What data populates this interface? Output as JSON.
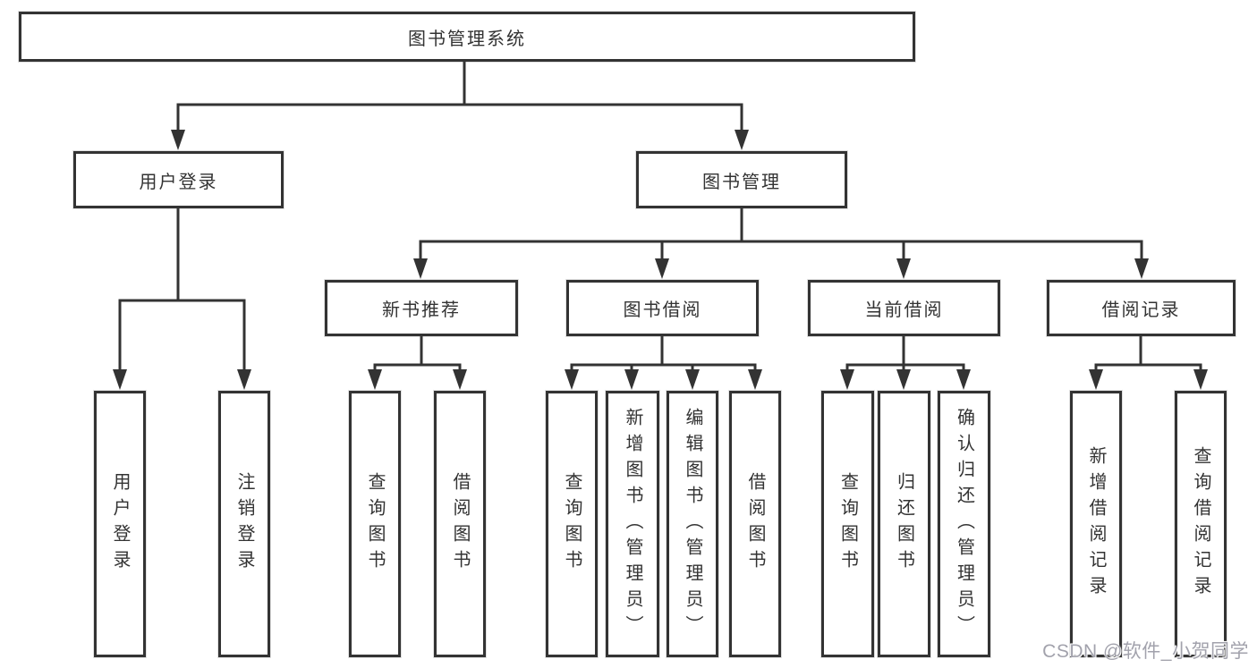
{
  "root": {
    "label": "图书管理系统",
    "children": [
      {
        "label": "用户登录",
        "children": [
          {
            "label": "用户登录"
          },
          {
            "label": "注销登录"
          }
        ]
      },
      {
        "label": "图书管理",
        "children": [
          {
            "label": "新书推荐",
            "children": [
              {
                "label": "查询图书"
              },
              {
                "label": "借阅图书"
              }
            ]
          },
          {
            "label": "图书借阅",
            "children": [
              {
                "label": "查询图书"
              },
              {
                "label": "新增图书（管理员）"
              },
              {
                "label": "编辑图书（管理员）"
              },
              {
                "label": "借阅图书"
              }
            ]
          },
          {
            "label": "当前借阅",
            "children": [
              {
                "label": "查询图书"
              },
              {
                "label": "归还图书"
              },
              {
                "label": "确认归还（管理员）"
              }
            ]
          },
          {
            "label": "借阅记录",
            "children": [
              {
                "label": "新增借阅记录"
              },
              {
                "label": "查询借阅记录"
              }
            ]
          }
        ]
      }
    ]
  },
  "watermark": "CSDN @软件_小贺同学",
  "colors": {
    "line": "#333333",
    "text": "#333333",
    "background": "#ffffff",
    "watermark": "#a2a2ac"
  }
}
